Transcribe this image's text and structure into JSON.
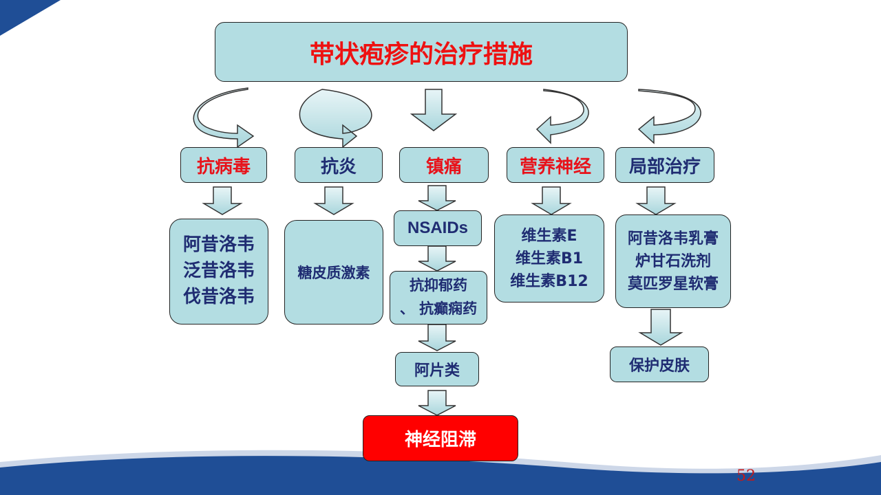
{
  "title": "带状疱疹的治疗措施",
  "categories": [
    {
      "label": "抗病毒",
      "red": true
    },
    {
      "label": "抗炎",
      "red": false
    },
    {
      "label": "镇痛",
      "red": true
    },
    {
      "label": "营养神经",
      "red": true
    },
    {
      "label": "局部治疗",
      "red": false
    }
  ],
  "antiviral_drugs": [
    "阿昔洛韦",
    "泛昔洛韦",
    "伐昔洛韦"
  ],
  "antiinflammatory_drug": "糖皮质激素",
  "analgesia_steps": {
    "nsaids": "NSAIDs",
    "antidepressant_line1": "抗抑郁药",
    "antidepressant_line2": "、 抗癫痫药",
    "opioids": "阿片类",
    "nerve_block": "神经阻滞"
  },
  "neurotrophic_drugs": [
    "维生素E",
    "维生素B1",
    "维生素B12"
  ],
  "topical_drugs": [
    "阿昔洛韦乳膏",
    "炉甘石洗剂",
    "莫匹罗星软膏"
  ],
  "skin_care": "保护皮肤",
  "page_number": "52",
  "colors": {
    "box_fill": "#b3dde2",
    "title_text": "#ee1111",
    "label_text": "#1f2c72",
    "red_text": "#e8121a",
    "nerve_block_fill": "#ff0000",
    "footer_wave": "#1f4e96"
  }
}
